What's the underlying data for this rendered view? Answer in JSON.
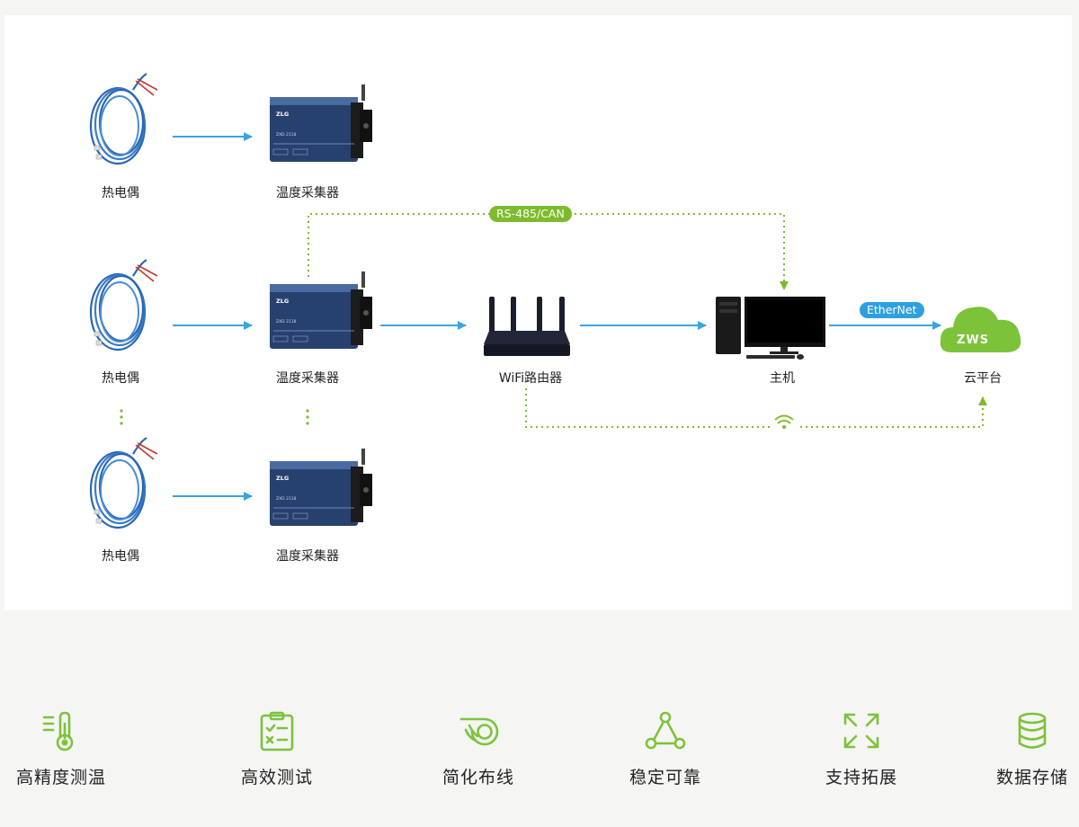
{
  "diagram": {
    "nodes": {
      "thermocouple_1": "热电偶",
      "thermocouple_2": "热电偶",
      "thermocouple_3": "热电偶",
      "collector_1": "温度采集器",
      "collector_2": "温度采集器",
      "collector_3": "温度采集器",
      "router": "WiFi路由器",
      "host": "主机",
      "cloud": "云平台"
    },
    "device_text": {
      "brand": "ZLG",
      "model": "ZXD 2118",
      "cloud_logo": "ZWS"
    },
    "links": {
      "rs485": "RS-485/CAN",
      "ethernet": "EtherNet"
    },
    "colors": {
      "arrow_blue": "#3ba3df",
      "dotted_green": "#7cbb2b",
      "feature_green": "#7cc33a"
    }
  },
  "features": [
    {
      "label": "高精度测温",
      "icon": "thermometer-icon"
    },
    {
      "label": "高效测试",
      "icon": "clipboard-check-icon"
    },
    {
      "label": "简化布线",
      "icon": "cable-reel-icon"
    },
    {
      "label": "稳定可靠",
      "icon": "triangle-network-icon"
    },
    {
      "label": "支持拓展",
      "icon": "expand-arrows-icon"
    },
    {
      "label": "数据存储",
      "icon": "database-icon"
    }
  ]
}
